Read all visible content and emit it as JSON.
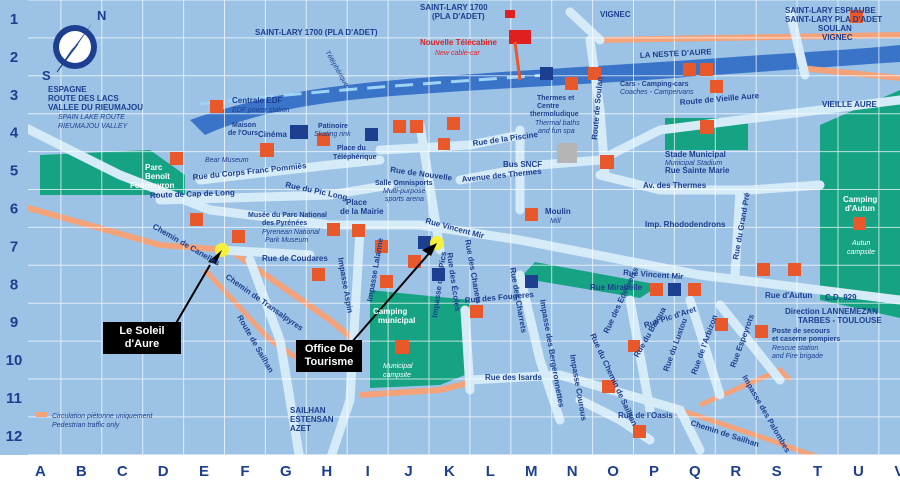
{
  "compass": {
    "north": "N",
    "south": "S"
  },
  "grid": {
    "rows": [
      "1",
      "2",
      "3",
      "4",
      "5",
      "6",
      "7",
      "8",
      "9",
      "10",
      "11",
      "12"
    ],
    "cols": [
      "A",
      "B",
      "C",
      "D",
      "E",
      "F",
      "G",
      "H",
      "I",
      "J",
      "K",
      "L",
      "M",
      "N",
      "O",
      "P",
      "Q",
      "R",
      "S",
      "T",
      "U",
      "V"
    ]
  },
  "callouts": {
    "soleil": "Le Soleil\nd'Aure",
    "office": "Office De\nTourisme"
  },
  "places": {
    "espagne": "ESPAGNE",
    "route_lacs": "ROUTE DES LACS",
    "vallee_fr": "VALLEE DU RIEUMAJOU",
    "vallee_en1": "SPAIN LAKE ROUTE",
    "vallee_en2": "RIEUMAJOU VALLEY",
    "saint_lary_top": "SAINT-LARY 1700",
    "pla_adet": "(PLA D'ADET)",
    "saint_lary_left": "SAINT-LARY 1700 (PLA D'ADET)",
    "telepherique": "Téléphérique",
    "nouvelle_tc": "Nouvelle Télécabine",
    "new_cable": "New cable-car",
    "vignec": "VIGNEC",
    "espiaube1": "SAINT-LARY ESPIAUBE",
    "espiaube2": "SAINT-LARY PLA D'ADET",
    "espiaube3": "SOULAN",
    "espiaube4": "VIGNEC",
    "neste": "LA NESTE D'AURE",
    "centrale": "Centrale EDF",
    "centrale_en": "EDF power station",
    "cars": "Cars - Camping-cars",
    "cars_en": "Coaches - Campervans",
    "thermes": "Thermes et",
    "thermes2": "Centre",
    "thermes3": "thermoludique",
    "thermes_en": "Thermal baths",
    "thermes_en2": "and fun spa",
    "cinema": "Cinéma",
    "patinoire": "Patinoire",
    "patinoire_en": "Skating rink",
    "maison_ours": "Maison",
    "maison_ours2": "de l'Ours",
    "bear_museum": "Bear Museum",
    "place_tel": "Place du",
    "place_tel2": "Téléphérique",
    "parc_benoit": "Parc",
    "parc_benoit2": "Benoît",
    "parc_benoit3": "Fourneyron",
    "musee": "Musée du Parc National",
    "musee2": "des Pyrénées",
    "musee_en": "Pyrenean National",
    "musee_en2": "Park Museum",
    "salle": "Salle Omnisports",
    "salle_en": "Multi-purpose",
    "salle_en2": "sports arena",
    "bus": "Bus SNCF",
    "stade": "Stade Municipal",
    "stade_en": "Municipal Stadium",
    "moulin": "Moulin",
    "mill": "Mill",
    "imp_rhodo": "Imp. Rhododendrons",
    "camping_autun": "Camping",
    "camping_autun2": "d'Autun",
    "autun_en": "Autun",
    "autun_en2": "campsite",
    "camping_mun": "Camping",
    "camping_mun2": "municipal",
    "mun_campsite": "Municipal",
    "mun_campsite2": "campsite",
    "vieille_aure": "VIEILLE AURE",
    "lannemezan": "Direction LANNEMEZAN",
    "tarbes": "TARBES - TOULOUSE",
    "secours": "Poste de secours",
    "secours2": "et caserne pompiers",
    "secours_en": "Rescue station",
    "secours_en2": "and Fire brigade",
    "sailhan": "SAILHAN",
    "estensan": "ESTENSAN",
    "azet": "AZET",
    "circulation": "Circulation piétonne uniquement",
    "pedestrian": "Pedestrian traffic only"
  },
  "roads": {
    "vieille_aure": "Route de Vieille Aure",
    "soulan": "Route de Soulan",
    "piscine": "Rue de la Piscine",
    "nouvelle": "Rue de Nouvelle",
    "thermes": "Avenue des Thermes",
    "av_thermes": "Av. des Thermes",
    "sainte_marie": "Rue Sainte Marie",
    "corps_franc": "Rue du Corps Franc Pommiès",
    "pic_long": "Rue du Pic Long",
    "cap_long": "Route de Cap de Long",
    "place_mairie": "Place",
    "place_mairie2": "de la Mairie",
    "vincent_mir": "Rue Vincent Mir",
    "vincent_mir2": "Rue Vincent Mir",
    "coudares": "Rue de Coudares",
    "canelles": "Chemin de Canelles",
    "transalpyres": "Chemin de Transalpyres",
    "route_sailhan": "Route de Sailhan",
    "mirabelle": "Rue Mirabelle",
    "fougeres": "Rue des Fougeres",
    "autun": "Rue d'Autun",
    "cd929": "C.D. 929",
    "isards": "Rue des Isards",
    "oasis": "Rue de l'Oasis",
    "chemin_sailhan": "Chemin de Sailhan",
    "grand_pre": "Rue du Grand Pré",
    "espeyrots": "Rue Espeyrots",
    "arbizon": "Rue de l'Arbizon",
    "pic_aret": "Rue Pic d'Aret",
    "batoua": "Rue du Batoua",
    "lustou": "Rue du Lustou",
    "palombes": "Impasse des Palombes",
    "chemin_sailhan2": "Rue du Chemin de Sailhan",
    "bergeronnettes": "Impasse des Bergeronnettes",
    "courous": "Impasse Courous",
    "pics": "Impasse des Pics",
    "lalanne": "Impasse Lalanne",
    "aspin": "Impasse Aspin",
    "ecoles": "Rue des Écoles",
    "chanets": "Rue des Chanets",
    "oustalets": "Rue des Charrets",
    "edelweiss": "Rue des Edelweiss"
  }
}
